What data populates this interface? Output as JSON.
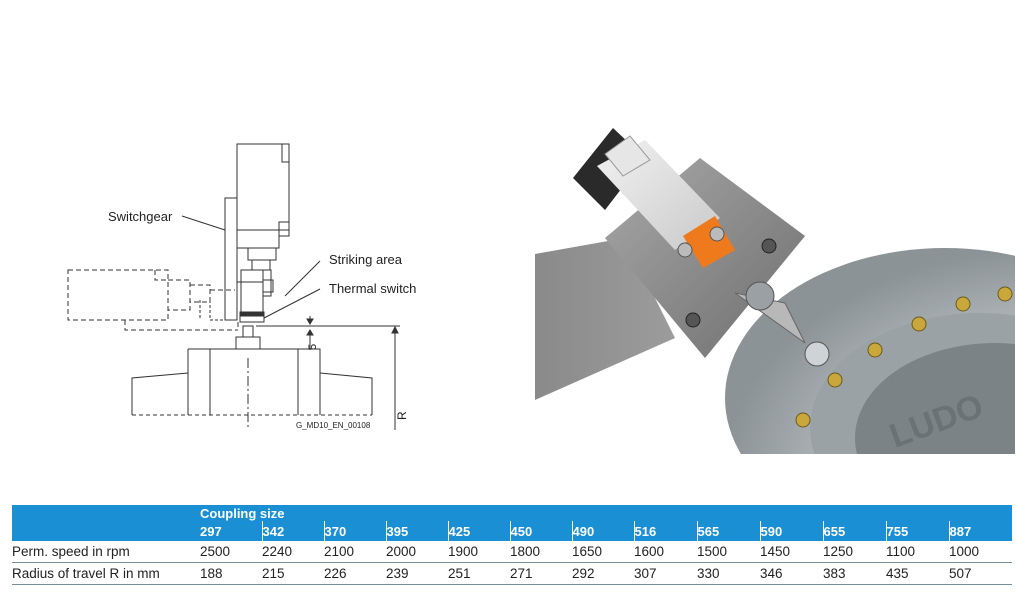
{
  "drawing": {
    "labels": {
      "switchgear": "Switchgear",
      "striking_area": "Striking area",
      "thermal_switch": "Thermal switch",
      "gap": "5",
      "radius": "R",
      "drawing_code": "G_MD10_EN_00108"
    }
  },
  "photo": {
    "casting_text": "LUDO"
  },
  "table": {
    "group_header": "Coupling size",
    "sizes": [
      "297",
      "342",
      "370",
      "395",
      "425",
      "450",
      "490",
      "516",
      "565",
      "590",
      "655",
      "755",
      "887"
    ],
    "rows": [
      {
        "label": "Perm. speed in rpm",
        "values": [
          "2500",
          "2240",
          "2100",
          "2000",
          "1900",
          "1800",
          "1650",
          "1600",
          "1500",
          "1450",
          "1250",
          "1100",
          "1000"
        ]
      },
      {
        "label": "Radius of travel R in mm",
        "values": [
          "188",
          "215",
          "226",
          "239",
          "251",
          "271",
          "292",
          "307",
          "330",
          "346",
          "383",
          "435",
          "507"
        ]
      }
    ]
  },
  "colors": {
    "header_bg": "#1a8fd4",
    "header_text": "#ffffff",
    "accent_orange": "#ee7a1c"
  }
}
